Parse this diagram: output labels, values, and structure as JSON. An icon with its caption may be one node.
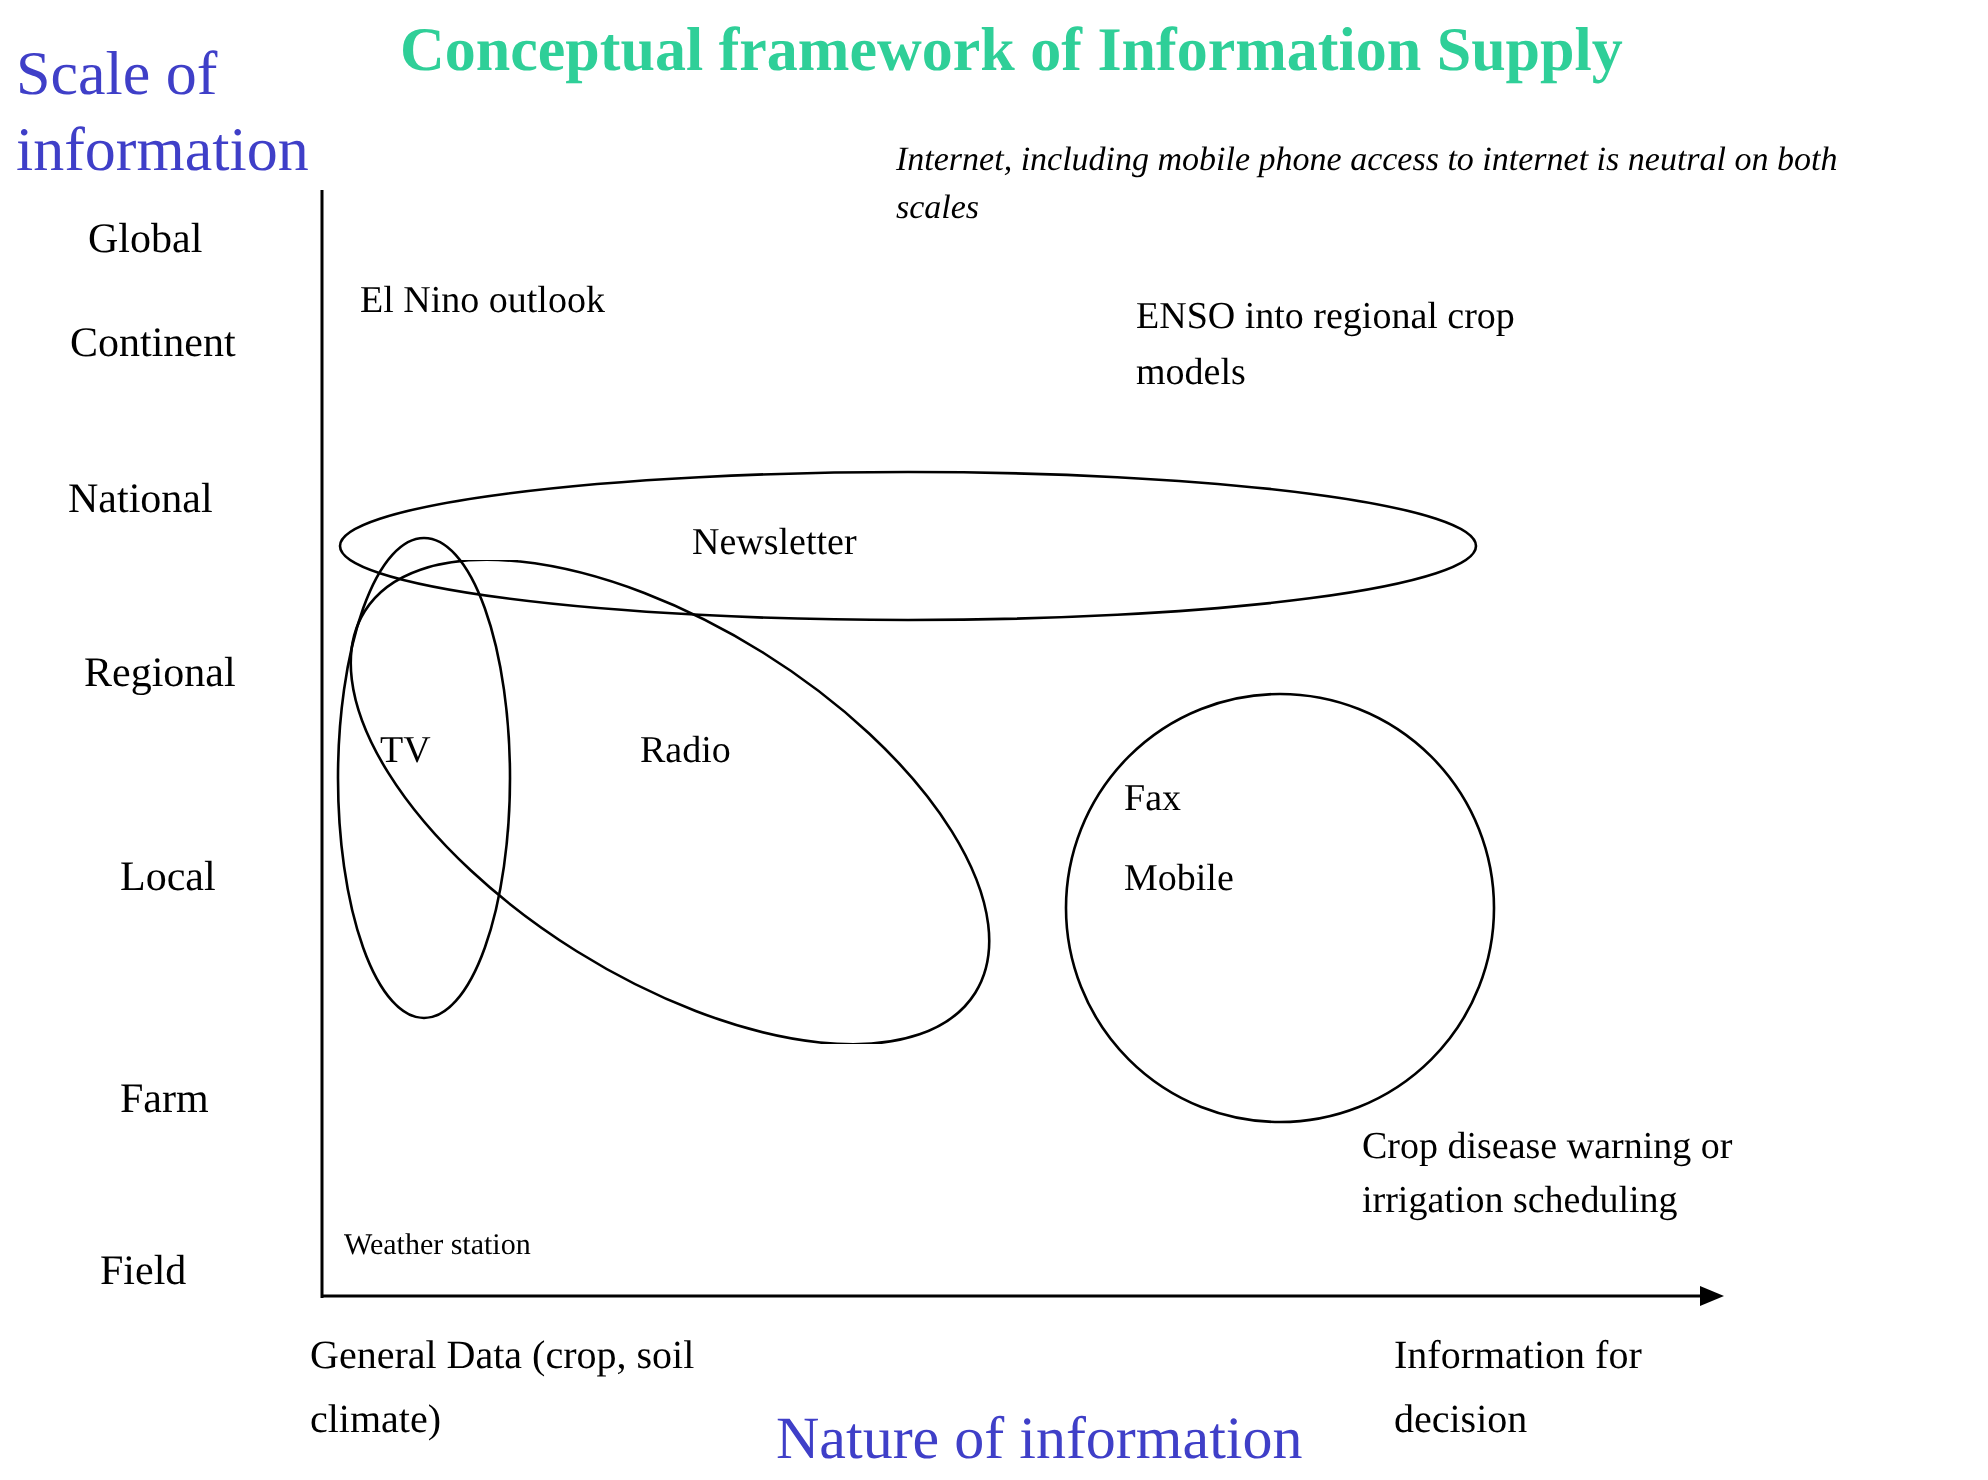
{
  "diagram": {
    "title": "Conceptual framework of Information Supply",
    "nodes": [
      {
        "text": [
          "Newsletter"
        ]
      },
      {
        "text": [
          "TV"
        ]
      },
      {
        "text": [
          "Radio"
        ]
      },
      {
        "text": [
          "Fax",
          "Mobile"
        ]
      }
    ],
    "labels": [
      "Scale of information",
      "Global",
      "Continent",
      "National",
      "Regional",
      "Local",
      "Farm",
      "Field",
      "Internet, including mobile phone access to internet is neutral on both scales",
      "El Nino outlook",
      "ENSO into regional crop models",
      "Weather station",
      "Crop disease warning or irrigation scheduling",
      "General Data (crop, soil climate)",
      "Information for decision",
      "Nature of information"
    ]
  }
}
